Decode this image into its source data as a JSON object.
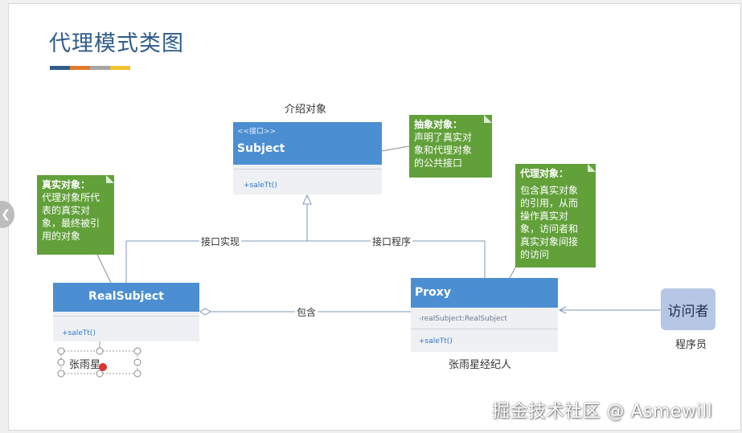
{
  "title": "代理模式类图",
  "title_bar_colors": [
    "#2f5d8a",
    "#e07b2a",
    "#a5a5a5",
    "#f2c12e"
  ],
  "subject": {
    "caption": "介绍对象",
    "stereotype": "<<接口>>",
    "name": "Subject",
    "method": "+saleTt()"
  },
  "real_subject": {
    "name": "RealSubject",
    "method": "+saleTt()",
    "instance_label": "张雨星"
  },
  "proxy": {
    "name": "Proxy",
    "attribute": "-realSubject:RealSubject",
    "method": "+saleTt()",
    "caption": "张雨星经纪人"
  },
  "visitor": {
    "name": "访问者",
    "caption": "程序员"
  },
  "notes": {
    "abstract": {
      "title": "抽象对象：",
      "lines": [
        "声明了真实对",
        "象和代理对象",
        "的公共接口"
      ]
    },
    "real": {
      "title": "真实对象：",
      "lines": [
        "代理对象所代",
        "表的真实对",
        "象，最终被引",
        "用的对象"
      ]
    },
    "proxy": {
      "title": "代理对象：",
      "lines": [
        "包含真实对象",
        "的引用，从而",
        "操作真实对",
        "象，访问者和",
        "真实对象间接",
        "的访问"
      ]
    }
  },
  "relations": {
    "interface_impl": "接口实现",
    "interface_program": "接口程序",
    "contains": "包含"
  },
  "watermark": "掘金技术社区 @ Asmewill",
  "colors": {
    "class_header": "#4b8fd2",
    "class_body": "#eef0f3",
    "note": "#62a03a",
    "visitor": "#b6c7e6",
    "lines": "#7f99b8"
  }
}
